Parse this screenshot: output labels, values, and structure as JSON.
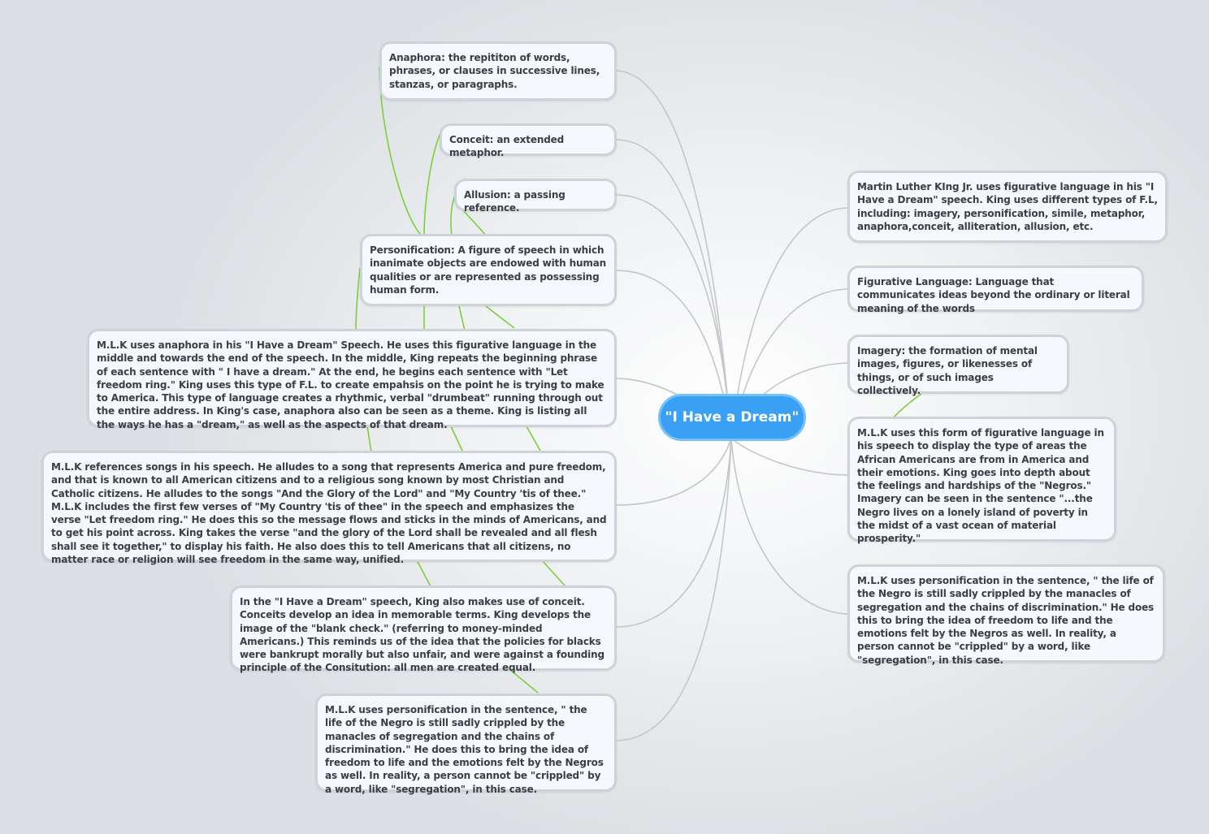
{
  "root": {
    "label": "\"I Have a Dream\""
  },
  "left_nodes": [
    {
      "id": "anaphora-def",
      "text": "Anaphora: the repititon of words, phrases, or clauses in successive lines, stanzas, or paragraphs."
    },
    {
      "id": "conceit-def",
      "text": "Conceit: an extended metaphor."
    },
    {
      "id": "allusion-def",
      "text": "Allusion: a passing reference."
    },
    {
      "id": "personification-def",
      "text": "Personification: A figure of speech in which inanimate objects are endowed with human qualities or are represented as possessing human form."
    },
    {
      "id": "anaphora-example",
      "text": "M.L.K uses anaphora in his \"I Have a Dream\" Speech. He uses this figurative language in the middle and towards the end of the speech. In the middle, King repeats the beginning phrase of each sentence with \" I have a dream.\" At the end, he begins each sentence with \"Let freedom ring.\" King uses this type of F.L. to create empahsis on the point he is trying to make to America. This type of language creates a rhythmic, verbal \"drumbeat\" running through out the entire address. In King's case, anaphora also can be seen as a theme. King is listing all the ways he has a \"dream,\" as well as the aspects of that dream."
    },
    {
      "id": "allusion-example",
      "text": "M.L.K references songs in his speech. He alludes to a song that represents America and pure freedom, and that is known to all American citizens and to a religious song known by most Christian and Catholic citizens. He alludes to the songs \"And the Glory of the Lord\" and \"My Country 'tis of thee.\" M.L.K includes the first few verses of \"My Country 'tis of thee\" in the speech and emphasizes the verse \"Let freedom ring.\" He does this so the message flows and sticks in the minds of Americans, and to get his point across. King takes the verse \"and the glory of the Lord shall be revealed and all flesh shall see it together,\" to display his faith. He also does this to tell Americans that all citizens, no matter race or religion will see freedom in the same way, unified."
    },
    {
      "id": "conceit-example",
      "text": "In the \"I Have a Dream\" speech, King also makes use of conceit. Conceits develop an idea in memorable terms. King develops the image of the \"blank check.\" (referring to money-minded Americans.) This reminds us of the idea that the policies for blacks were bankrupt morally but also unfair, and were against a founding principle of the Consitution: all men are created equal."
    },
    {
      "id": "personification-example-left",
      "text": "M.L.K uses personification in the sentence, \" the life of the Negro is still sadly crippled by the manacles of segregation and the chains of discrimination.\" He does this to bring the idea of freedom to life and the emotions felt by the Negros as well. In reality, a person cannot be \"crippled\" by a word, like \"segregation\", in this case."
    }
  ],
  "right_nodes": [
    {
      "id": "intro",
      "text": "Martin Luther KIng Jr. uses figurative language in his \"I Have a Dream\" speech. King uses different types of F.L, including: imagery, personification, simile, metaphor, anaphora,conceit, alliteration, allusion, etc."
    },
    {
      "id": "figurative-language-def",
      "text": "Figurative Language: Language that communicates ideas beyond the ordinary or literal meaning of the words"
    },
    {
      "id": "imagery-def",
      "text": "Imagery: the formation of mental images, figures, or likenesses of things, or of such images collectively."
    },
    {
      "id": "imagery-example",
      "text": "M.L.K uses this form of figurative language in his speech to display the type of areas the African Americans are from in America and their emotions. King goes into depth about the feelings and hardships of the \"Negros.\" Imagery can be seen in the sentence \"...the Negro lives on a lonely island of poverty in the midst of a vast ocean of material prosperity.\""
    },
    {
      "id": "personification-example-right",
      "text": "M.L.K uses personification in the sentence, \" the life of the Negro is still sadly crippled by the manacles of segregation and the chains of discrimination.\" He does this to bring the idea of freedom to life and the emotions felt by the Negros as well. In reality, a person cannot be \"crippled\" by a word, like \"segregation\", in this case."
    }
  ],
  "colors": {
    "root_fill": "#3aa0f4",
    "root_border": "#74c0fb",
    "node_fill": "#f5f8fc",
    "node_border": "#cfd2d6",
    "link_gray": "#c4c6c9",
    "link_green": "#7ccf3c"
  }
}
